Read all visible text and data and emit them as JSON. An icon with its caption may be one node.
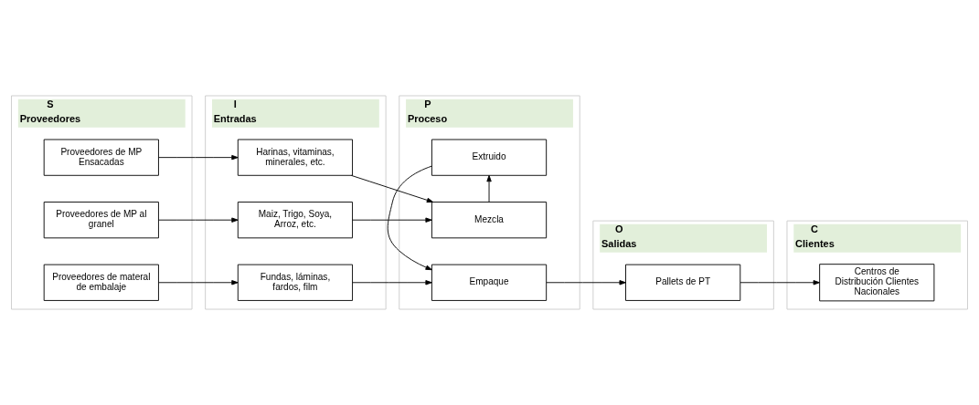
{
  "diagram": {
    "nodes": [
      {
        "text": [
          "S",
          "Proveedores"
        ]
      },
      {
        "text": [
          "I",
          "Entradas"
        ]
      },
      {
        "text": [
          "P",
          "Proceso"
        ]
      },
      {
        "text": [
          "O",
          "Salidas"
        ]
      },
      {
        "text": [
          "C",
          "Clientes"
        ]
      },
      {
        "text": [
          "Proveedores de MP Ensacadas"
        ],
        "in": 0
      },
      {
        "text": [
          "Harinas, vitaminas, minerales, etc."
        ],
        "in": 1
      },
      {
        "text": [
          "Mezcla"
        ],
        "in": 2
      },
      {
        "text": [
          "Proveedores de MP al granel"
        ],
        "in": 0
      },
      {
        "text": [
          "Maiz, Trigo, Soya, Arroz, etc."
        ],
        "in": 1
      },
      {
        "text": [
          "Centros de Distribución Clientes Nacionales"
        ],
        "in": 4
      },
      {
        "text": [
          "Extruido"
        ],
        "in": 2
      },
      {
        "text": [
          "Proveedores de materal de embalaje"
        ],
        "in": 0
      },
      {
        "text": [
          "Fundas, láminas, fardos, film"
        ],
        "in": 1
      },
      {
        "text": [
          "Empaque"
        ],
        "in": 2
      },
      {
        "text": [
          "Pallets de PT"
        ],
        "in": 3
      }
    ],
    "edges": [
      {
        "from": 5,
        "to": 6,
        "arrow": "to"
      },
      {
        "from": 6,
        "to": 7,
        "arrow": "to"
      },
      {
        "from": 8,
        "to": 9,
        "arrow": "to"
      },
      {
        "from": 9,
        "to": 7,
        "arrow": "to"
      },
      {
        "from": 7,
        "to": 11,
        "arrow": "to"
      },
      {
        "from": 11,
        "to": 14,
        "arrow": "to"
      },
      {
        "from": 12,
        "to": 13,
        "arrow": "to"
      },
      {
        "from": 13,
        "to": 14,
        "arrow": "to"
      },
      {
        "from": 14,
        "to": 15,
        "arrow": "to"
      },
      {
        "from": 15,
        "to": 10,
        "arrow": "to"
      }
    ]
  }
}
